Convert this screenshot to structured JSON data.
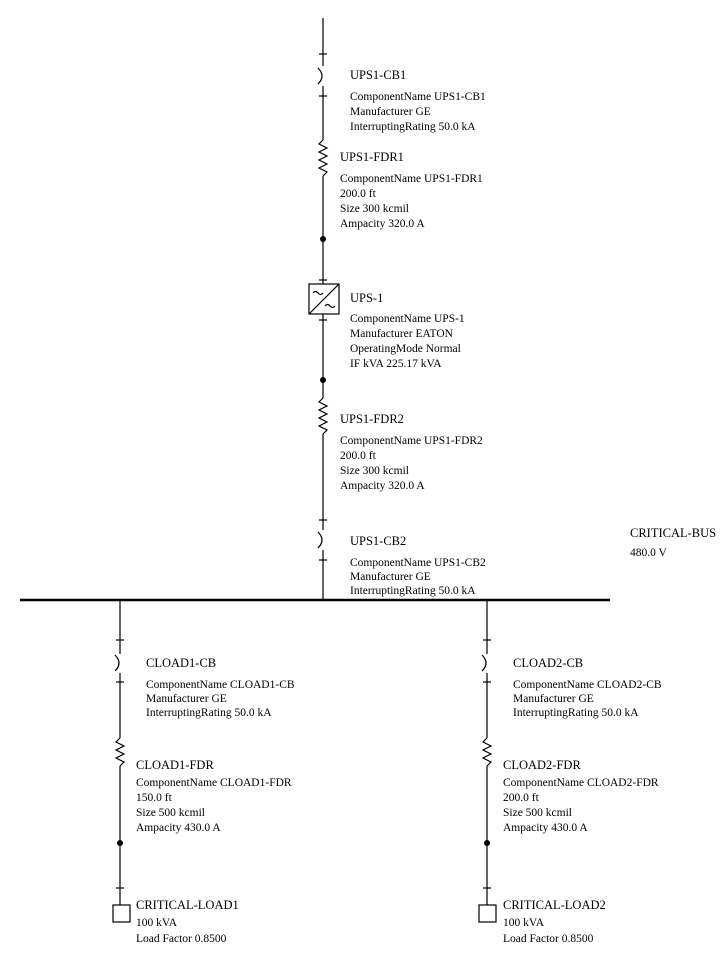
{
  "bus": {
    "name": "CRITICAL-BUS",
    "voltage": "480.0 V"
  },
  "components": {
    "ups1_cb1": {
      "name": "UPS1-CB1",
      "lines": [
        "ComponentName UPS1-CB1",
        "Manufacturer GE",
        "InterruptingRating 50.0 kA"
      ]
    },
    "ups1_fdr1": {
      "name": "UPS1-FDR1",
      "lines": [
        "ComponentName UPS1-FDR1",
        "200.0 ft",
        "Size 300 kcmil",
        "Ampacity 320.0 A"
      ]
    },
    "ups1": {
      "name": "UPS-1",
      "lines": [
        "ComponentName UPS-1",
        "Manufacturer EATON",
        "OperatingMode Normal",
        "IF kVA 225.17 kVA"
      ]
    },
    "ups1_fdr2": {
      "name": "UPS1-FDR2",
      "lines": [
        "ComponentName UPS1-FDR2",
        "200.0 ft",
        "Size 300 kcmil",
        "Ampacity 320.0 A"
      ]
    },
    "ups1_cb2": {
      "name": "UPS1-CB2",
      "lines": [
        "ComponentName UPS1-CB2",
        "Manufacturer GE",
        "InterruptingRating 50.0 kA"
      ]
    },
    "cload1_cb": {
      "name": "CLOAD1-CB",
      "lines": [
        "ComponentName CLOAD1-CB",
        "Manufacturer GE",
        "InterruptingRating 50.0 kA"
      ]
    },
    "cload1_fdr": {
      "name": "CLOAD1-FDR",
      "lines": [
        "ComponentName CLOAD1-FDR",
        "150.0 ft",
        "Size 500 kcmil",
        "Ampacity 430.0 A"
      ]
    },
    "critical_load1": {
      "name": "CRITICAL-LOAD1",
      "lines": [
        "100 kVA",
        "Load Factor  0.8500"
      ]
    },
    "cload2_cb": {
      "name": "CLOAD2-CB",
      "lines": [
        "ComponentName CLOAD2-CB",
        "Manufacturer GE",
        "InterruptingRating 50.0 kA"
      ]
    },
    "cload2_fdr": {
      "name": "CLOAD2-FDR",
      "lines": [
        "ComponentName CLOAD2-FDR",
        "200.0 ft",
        "Size 500 kcmil",
        "Ampacity 430.0 A"
      ]
    },
    "critical_load2": {
      "name": "CRITICAL-LOAD2",
      "lines": [
        "100 kVA",
        "Load Factor  0.8500"
      ]
    }
  }
}
